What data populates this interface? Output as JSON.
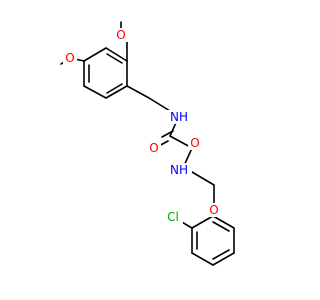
{
  "molecule": {
    "colors": {
      "bond": "#000000",
      "oxygen": "#ff0000",
      "nitrogen": "#0000ff",
      "chlorine": "#00aa00",
      "background": "#ffffff"
    },
    "atoms": {
      "o_methoxy_top": "O",
      "o_methoxy_left": "O",
      "n_amide_upper": "NH",
      "o_carbonyl_left": "O",
      "o_carbonyl_right": "O",
      "n_amide_lower": "NH",
      "o_ether": "O",
      "cl": "Cl"
    }
  }
}
